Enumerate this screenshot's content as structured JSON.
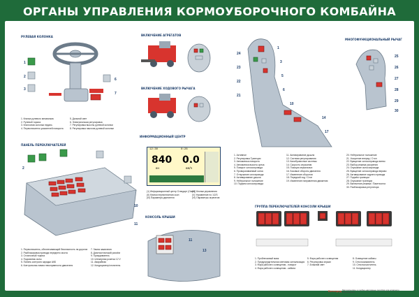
{
  "title": "ОРГАНЫ УПРАВЛЕНИЯ КОРМОУБОРОЧНОГО КОМБАЙНА",
  "sections": {
    "steering": "РУЛЕВАЯ КОЛОНКА",
    "engage": "ВКЛЮЧЕНИЕ АГРЕГАТОВ",
    "drive": "ВКЛЮЧЕНИЕ ХОДОВОГО РЫЧАГА",
    "joystick": "МНОГОФУНКЦИОНАЛЬНЫЙ РЫЧАГ",
    "panel": "ПАНЕЛЬ ПЕРЕКЛЮЧАТЕЛЕЙ",
    "info": "ИНФОРМАЦИОННЫЙ ЦЕНТР",
    "roof": "КОНСОЛЬ КРЫШИ",
    "roof_switches": "ГРУППА ПЕРЕКЛЮЧАТЕЛЕЙ КОНСОЛИ КРЫШИ"
  },
  "steering_legend": [
    "1. Кнопка рулевого механизма",
    "2. Рулевой тормоз",
    "3. Кнопочная колонка педаль",
    "4. Переключатель указателей поворота"
  ],
  "steering_legend2": [
    "5. Дальний свет",
    "6. Электрическая регулировка",
    "7. Регулировка высоты рулевой колонки",
    "8. Регулировка наклона рулевой колонки"
  ],
  "panel_legend": [
    "1. Переключатель, обеспечивающий безопасность на дорогах",
    "2. Разблокировка привода переднего моста",
    "3. Стояночный тормоз",
    "4. Подъемник силы",
    "5. Панель контроля зарядки АКБ",
    "6. Контрольная лампа неисправности двигателя"
  ],
  "panel_legend2": [
    "7. Замок зажигания",
    "8. Диагностический разъём",
    "9. Прикуриватель",
    "10. Штекерная розетка 12 V",
    "11. Аварийная",
    "12. Кондиционер/отопитель"
  ],
  "info_screen": {
    "left_value": "840",
    "left_unit": "кн",
    "right_value": "0.0",
    "right_unit": "км/ч",
    "header_left": "12:30",
    "header_right": "0:28"
  },
  "info_legend": [
    "(1) Информационный центр Стандарт (Окно)",
    "(II) Кнопки переключения окон",
    "(III) Параметры двигателя",
    "(IV) Кнопки управления",
    "(V) Управление по 1/2/3",
    "(VI) Параметры агрегатов"
  ],
  "joystick_legend": [
    "1. Активное",
    "2. Регулировка Трапеции",
    "3. Автоматика поворота",
    "4. Автоматика высоты среза",
    "5. Поворот силосопровода",
    "6. Проворачиваемый силос",
    "7. Отпускание силопровода",
    "8. Активирование дышла",
    "9. Нейтральное положение",
    "10. Подъем силосопровода"
  ],
  "joystick_legend2": [
    "11. Активирование дышла",
    "12. Система регулирования",
    "13. Калибровочные системы",
    "14. Скорость опускания",
    "15. Позиция зеркальных",
    "16. Боковые обороты двигателя",
    "17. Изменение оборотов",
    "18. Передний ход / Стоп",
    "19. Изменение направления движения"
  ],
  "joystick_legend3": [
    "20. Нейтральное положение",
    "21. Ускорение вперед / Стоп",
    "22. Вращение силосопровода влево",
    "23. Выбор режима ускорения",
    "24. Опускание силосопровода",
    "25. Вращение силосопровода вправо",
    "26. Активирование заднего привода",
    "27. Подъём трапеции",
    "28. Опускание трапеции",
    "29. Включение режима / Пакетхолла",
    "30. Разблокировка регулятора"
  ],
  "roof_legend": [
    "1. Проблесковый маяк",
    "2. Предупредительная световая сигнализация",
    "3. Фара рабочего освещения - поворот",
    "4. Фара рабочего освещения - кабина"
  ],
  "roof_legend2": [
    "5. Фара рабочего освещения",
    "6. Регулировка зеркал",
    "7. Ближний свет"
  ],
  "roof_legend3": [
    "8. Освещение кабины",
    "9. Стеклоомыватель",
    "10. Стеклоочиститель",
    "11. Кондиционер"
  ],
  "footer": "Методические и учебно-наглядные пособия для аграрного образования",
  "brand": "Белгород"
}
